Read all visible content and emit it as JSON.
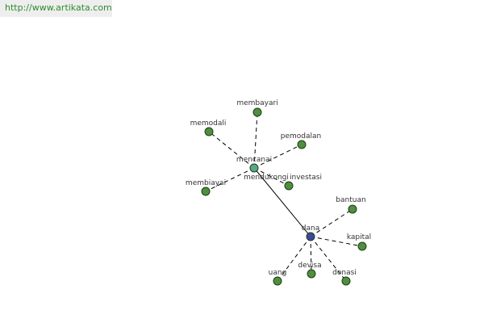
{
  "header": {
    "url_text": "http://www.artikata.com"
  },
  "colors": {
    "leaf_fill": "#4f8f3f",
    "leaf_stroke": "#1e3d16",
    "hub_mencanai_fill": "#5aa588",
    "hub_dana_fill": "#3c4a9c",
    "url_bar_bg": "#eeeeee",
    "url_text": "#2e8b2e"
  },
  "graph": {
    "nodes": [
      {
        "id": "membayari",
        "label": "membayari",
        "kind": "leaf"
      },
      {
        "id": "memodali",
        "label": "memodali",
        "kind": "leaf"
      },
      {
        "id": "pemodalan",
        "label": "pemodalan",
        "kind": "leaf"
      },
      {
        "id": "mencanai",
        "label": "mencanai",
        "kind": "hub"
      },
      {
        "id": "mendukongi",
        "label": "mendukongi",
        "kind": "leaf"
      },
      {
        "id": "investasi",
        "label": "investasi",
        "kind": "leaf"
      },
      {
        "id": "membiayai",
        "label": "membiayai",
        "kind": "leaf"
      },
      {
        "id": "bantuan",
        "label": "bantuan",
        "kind": "leaf"
      },
      {
        "id": "dana",
        "label": "dana",
        "kind": "hub"
      },
      {
        "id": "kapital",
        "label": "kapital",
        "kind": "leaf"
      },
      {
        "id": "uang",
        "label": "uang",
        "kind": "leaf"
      },
      {
        "id": "devisa",
        "label": "devisa",
        "kind": "leaf"
      },
      {
        "id": "donasi",
        "label": "donasi",
        "kind": "leaf"
      }
    ],
    "edges": [
      {
        "from": "mencanai",
        "to": "membayari",
        "style": "dashed"
      },
      {
        "from": "mencanai",
        "to": "memodali",
        "style": "dashed"
      },
      {
        "from": "mencanai",
        "to": "pemodalan",
        "style": "dashed"
      },
      {
        "from": "mencanai",
        "to": "investasi",
        "style": "dashed"
      },
      {
        "from": "mencanai",
        "to": "membiayai",
        "style": "dashed"
      },
      {
        "from": "mencanai",
        "to": "dana",
        "style": "solid"
      },
      {
        "from": "dana",
        "to": "bantuan",
        "style": "dashed"
      },
      {
        "from": "dana",
        "to": "kapital",
        "style": "dashed"
      },
      {
        "from": "dana",
        "to": "uang",
        "style": "dashed"
      },
      {
        "from": "dana",
        "to": "devisa",
        "style": "dashed"
      },
      {
        "from": "dana",
        "to": "donasi",
        "style": "dashed"
      }
    ]
  }
}
